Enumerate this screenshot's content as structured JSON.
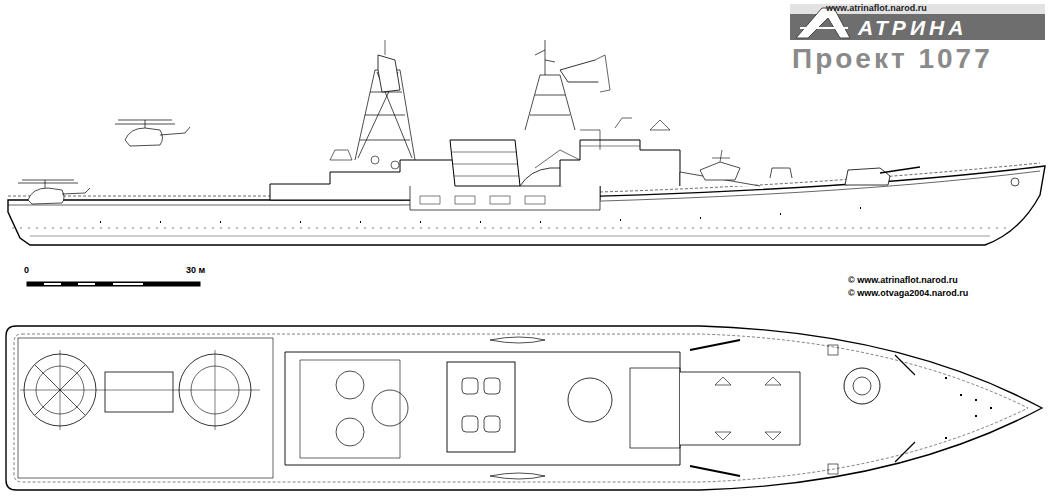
{
  "diagram": {
    "title": "Проект 1077",
    "labels": [
      "www.atrinaflot.narod.ru",
      "АТРИНА",
      "0",
      "30 м",
      "© www.atrinaflot.narod.ru",
      "© www.otvaga2004.narod.ru"
    ]
  }
}
